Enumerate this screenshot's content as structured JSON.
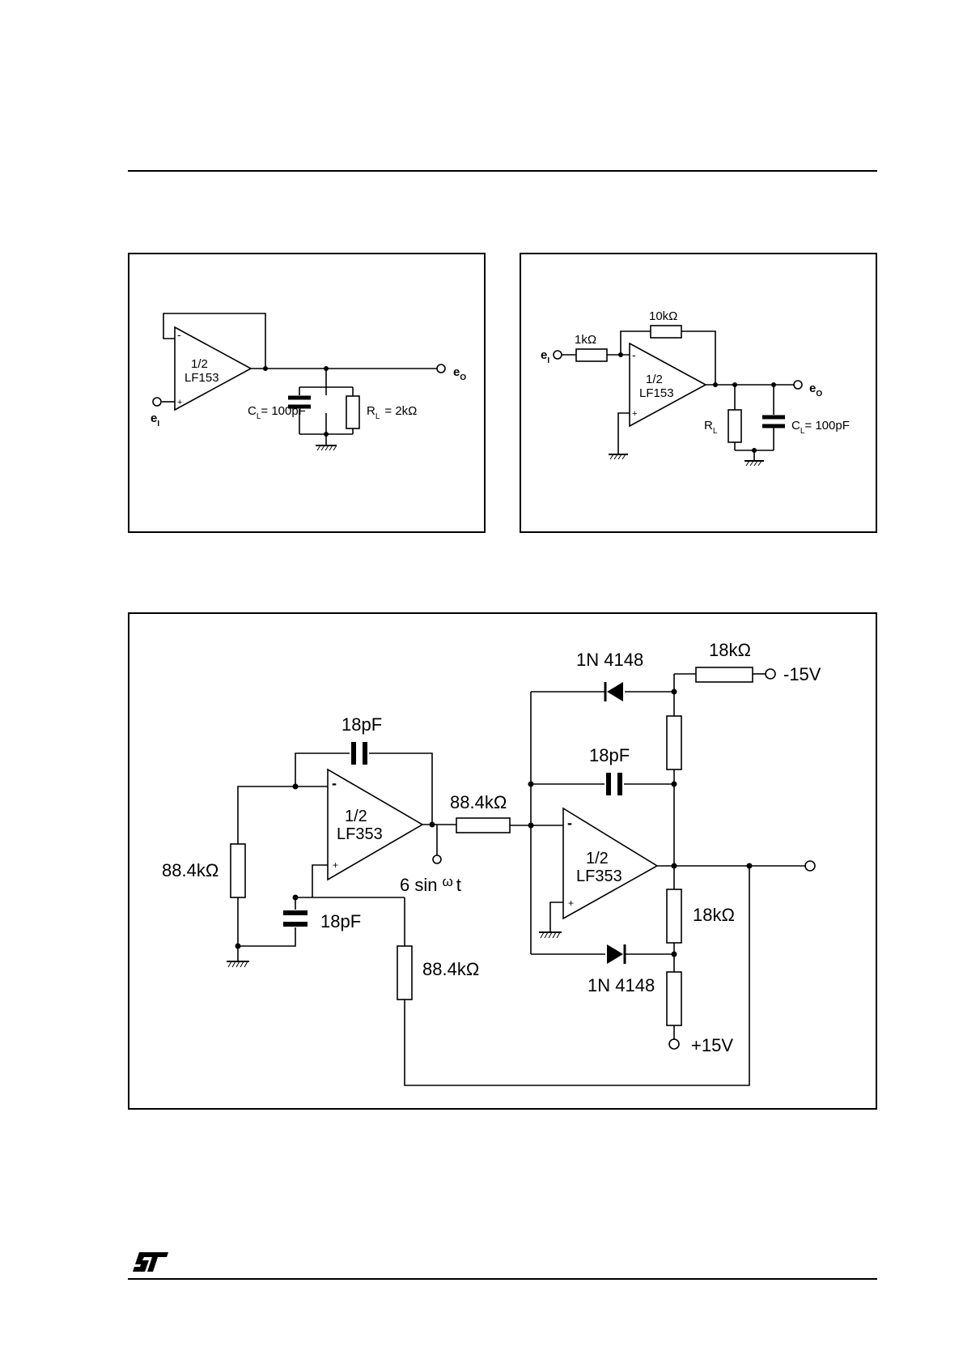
{
  "figure1": {
    "opamp_half": "1/2",
    "opamp_part": "LF153",
    "input_label": "e",
    "input_sub": "I",
    "output_label": "e",
    "output_sub": "O",
    "cap_label": "C",
    "cap_sub": "L",
    "cap_value": "= 100pF",
    "res_label": "R",
    "res_sub": "L",
    "res_value": "= 2kΩ"
  },
  "figure2": {
    "opamp_half": "1/2",
    "opamp_part": "LF153",
    "input_label": "e",
    "input_sub": "I",
    "output_label": "e",
    "output_sub": "O",
    "r_in": "1kΩ",
    "r_fb": "10kΩ",
    "res_label": "R",
    "res_sub": "L",
    "cap_label": "C",
    "cap_sub": "L",
    "cap_value": "= 100pF"
  },
  "figure3": {
    "opamp1_half": "1/2",
    "opamp1_part": "LF353",
    "opamp2_half": "1/2",
    "opamp2_part": "LF353",
    "cap_fb1": "18pF",
    "cap_fb2": "18pF",
    "cap_gnd": "18pF",
    "r_left": "88.4kΩ",
    "r_mid": "88.4kΩ",
    "r_bottom": "88.4kΩ",
    "r_top": "18kΩ",
    "r_right": "18kΩ",
    "diode_top": "1N 4148",
    "diode_bottom": "1N 4148",
    "supply_neg": "-15V",
    "supply_pos": "+15V",
    "signal": "6 sin",
    "signal_omega": "ω",
    "signal_t": "t",
    "minus": "-",
    "plus": "+"
  }
}
